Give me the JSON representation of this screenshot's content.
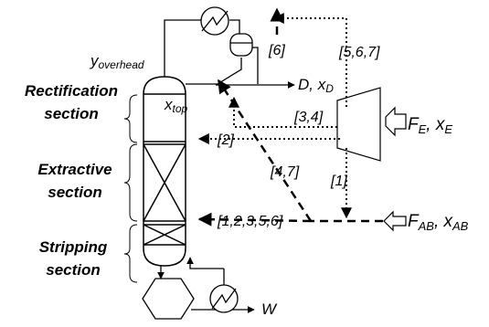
{
  "sections": {
    "rectification": [
      "Rectification",
      "section"
    ],
    "extractive": [
      "Extractive",
      "section"
    ],
    "stripping": [
      "Stripping",
      "section"
    ]
  },
  "streams": {
    "overhead": {
      "main": "y",
      "sub": "overhead"
    },
    "top": {
      "main": "x",
      "sub": "top"
    },
    "distillate": {
      "main": "D, x",
      "sub": "D"
    },
    "entrainer_feed": {
      "main": "F",
      "sub": "E",
      "main2": ", x",
      "sub2": "E"
    },
    "azeotrope_feed": {
      "main": "F",
      "sub": "AB",
      "main2": ", x",
      "sub2": "AB"
    },
    "bottoms": "W"
  },
  "case_labels": {
    "c6": "[6]",
    "c567": "[5,6,7]",
    "c34": "[3,4]",
    "c2": "[2]",
    "c47": "[4,7]",
    "c1": "[1]",
    "c12356": "[1,2,3,5,6]"
  }
}
